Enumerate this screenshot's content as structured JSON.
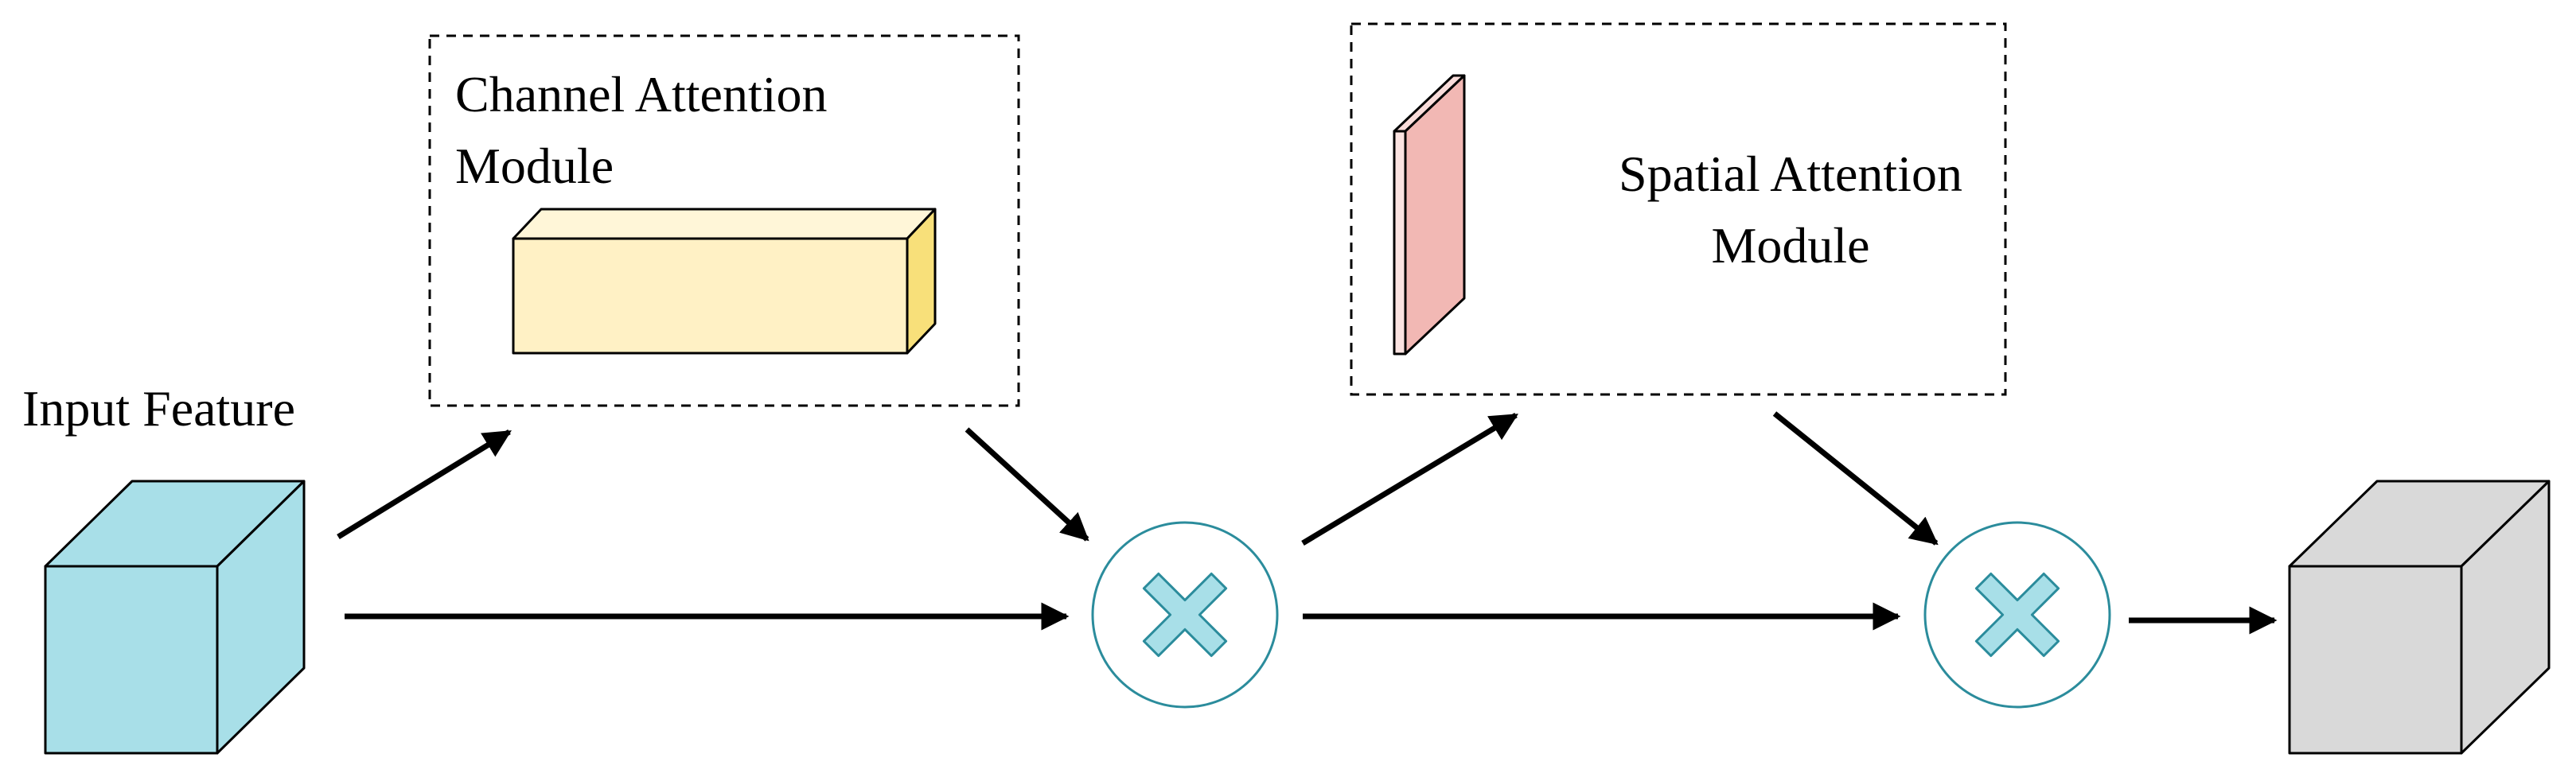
{
  "labels": {
    "input": "Input Feature",
    "channel_line1": "Channel Attention",
    "channel_line2": "Module",
    "spatial_line1": "Spatial Attention",
    "spatial_line2": "Module"
  },
  "colors": {
    "input_cube": "#a8dfe8",
    "channel_block": "#fff1c5",
    "channel_block_side": "#f8e07a",
    "spatial_plate": "#f2b8b4",
    "output_cube": "#d9d9d9",
    "multiply_ring": "#2b8c9c",
    "multiply_cross": "#a8dfe8",
    "arrow": "#000000"
  },
  "icons": [
    "multiply-icon",
    "multiply-icon"
  ]
}
